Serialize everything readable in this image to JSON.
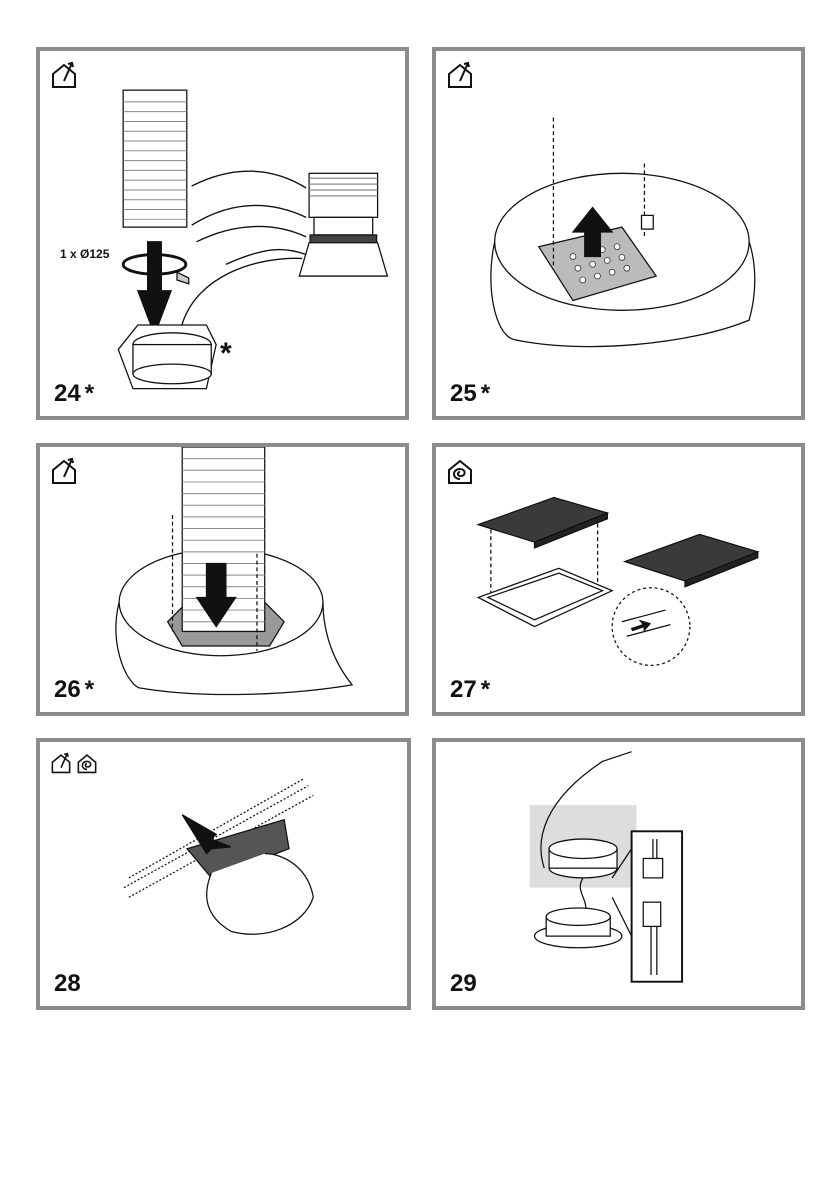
{
  "panels": [
    {
      "step": "24",
      "star": "*",
      "mode": "extraction",
      "diameter_label": "1 x Ø125",
      "accessory_star": "*"
    },
    {
      "step": "25",
      "star": "*",
      "mode": "extraction"
    },
    {
      "step": "26",
      "star": "*",
      "mode": "extraction"
    },
    {
      "step": "27",
      "star": "*",
      "mode": "recirculation"
    },
    {
      "step": "28",
      "star": "",
      "mode": "extraction+recirculation"
    },
    {
      "step": "29",
      "star": "",
      "mode": ""
    }
  ],
  "colors": {
    "frame": "#8c8c8c",
    "ink": "#111111",
    "filter": "#3a3a3a"
  },
  "icons": [
    "extraction-house-icon",
    "recirculation-house-icon"
  ]
}
